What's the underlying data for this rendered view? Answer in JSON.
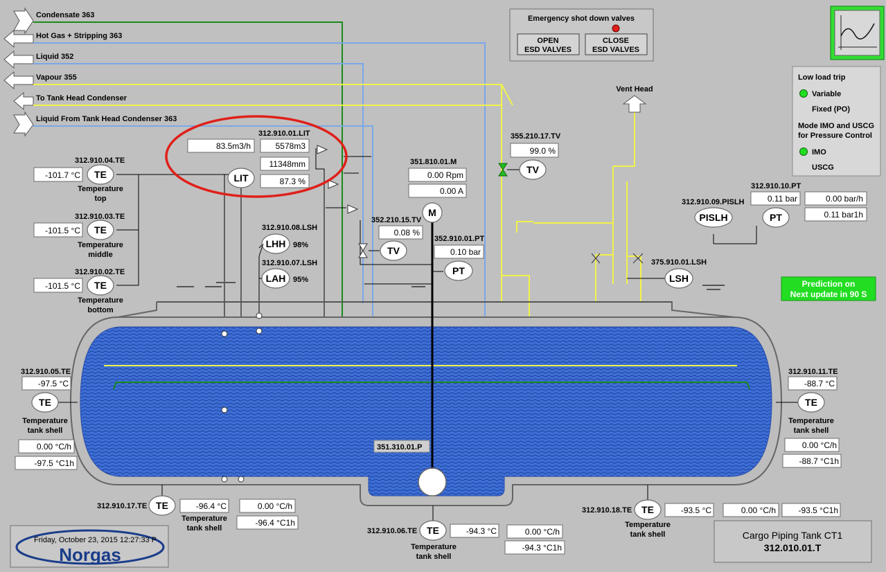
{
  "streams": [
    {
      "label": "Condensate 363"
    },
    {
      "label": "Hot Gas + Stripping 363"
    },
    {
      "label": "Liquid 352"
    },
    {
      "label": "Vapour 355"
    },
    {
      "label": "To Tank Head Condenser"
    },
    {
      "label": "Liquid From Tank Head Condenser 363"
    }
  ],
  "esd": {
    "title": "Emergency shot down valves",
    "open_label": "OPEN\nESD VALVES",
    "open1": "OPEN",
    "open2": "ESD VALVES",
    "close1": "CLOSE",
    "close2": "ESD VALVES"
  },
  "trend_button": {
    "icon": "trend-icon"
  },
  "low_load": {
    "title": "Low load trip",
    "variable": "Variable",
    "fixed": "Fixed (PO)",
    "mode_title1": "Mode IMO and USCG",
    "mode_title2": "for Pressure Control",
    "imo": "IMO",
    "uscg": "USCG"
  },
  "vent_head": "Vent Head",
  "lit": {
    "tag": "312.910.01.LIT",
    "flow": "83.5m3/h",
    "volume": "5578m3",
    "level_mm": "11348mm",
    "level_pct": "87.3  %",
    "bubble": "LIT"
  },
  "te_top": {
    "tag": "312.910.04.TE",
    "value": "-101.7 °C",
    "bubble": "TE",
    "label1": "Temperature",
    "label2": "top"
  },
  "te_middle": {
    "tag": "312.910.03.TE",
    "value": "-101.5 °C",
    "bubble": "TE",
    "label1": "Temperature",
    "label2": "middle"
  },
  "te_bottom": {
    "tag": "312.910.02.TE",
    "value": "-101.5 °C",
    "bubble": "TE",
    "label1": "Temperature",
    "label2": "bottom"
  },
  "lhh": {
    "tag": "312.910.08.LSH",
    "bubble": "LHH",
    "pct": "98%"
  },
  "lah": {
    "tag": "312.910.07.LSH",
    "bubble": "LAH",
    "pct": "95%"
  },
  "motor": {
    "tag": "351.810.01.M",
    "rpm": "0.00    Rpm",
    "amp": "0.00    A",
    "bubble": "M"
  },
  "tv352": {
    "tag": "352.210.15.TV",
    "value": "0.08  %",
    "bubble": "TV"
  },
  "pt352": {
    "tag": "352.910.01.PT",
    "value": "0.10 bar",
    "bubble": "PT"
  },
  "tv355": {
    "tag": "355.210.17.TV",
    "value": "99.0  %",
    "bubble": "TV"
  },
  "pislh": {
    "tag": "312.910.09.PISLH",
    "bubble": "PISLH"
  },
  "pt312": {
    "tag": "312.910.10.PT",
    "value": "0.11 bar",
    "rate": "0.00 bar/h",
    "rate1h": "0.11 bar1h",
    "bubble": "PT"
  },
  "lsh375": {
    "tag": "375.910.01.LSH",
    "bubble": "LSH"
  },
  "prediction": {
    "line1": "Prediction on",
    "line2": "Next update in 90 S"
  },
  "te05": {
    "tag": "312.910.05.TE",
    "value": "-97.5 °C",
    "bubble": "TE",
    "label1": "Temperature",
    "label2": "tank shell",
    "rate": "0.00 °C/h",
    "rate1h": "-97.5 °C1h"
  },
  "te11": {
    "tag": "312.910.11.TE",
    "value": "-88.7 °C",
    "bubble": "TE",
    "label1": "Temperature",
    "label2": "tank shell",
    "rate": "0.00 °C/h",
    "rate1h": "-88.7 °C1h"
  },
  "pump": {
    "tag": "351.310.01.P"
  },
  "te17": {
    "tag": "312.910.17.TE",
    "value": "-96.4 °C",
    "bubble": "TE",
    "label1": "Temperature",
    "label2": "tank shell",
    "rate": "0.00 °C/h",
    "rate1h": "-96.4 °C1h"
  },
  "te06": {
    "tag": "312.910.06.TE",
    "value": "-94.3 °C",
    "bubble": "TE",
    "label1": "Temperature",
    "label2": "tank shell",
    "rate": "0.00 °C/h",
    "rate1h": "-94.3 °C1h"
  },
  "te18": {
    "tag": "312.910.18.TE",
    "value": "-93.5 °C",
    "bubble": "TE",
    "label1": "Temperature",
    "label2": "tank shell",
    "rate": "0.00 °C/h",
    "rate1h": "-93.5 °C1h"
  },
  "footer": {
    "datetime": "Friday, October 23, 2015   12:27:33 P",
    "logo": "Norgas",
    "tank_title": "Cargo Piping Tank CT1",
    "tank_tag": "312.010.01.T"
  },
  "colors": {
    "background": "#c0c0c0",
    "liquid": "#3d6fd6",
    "vapour_line": "#f2f24a",
    "liquid_line": "#7aa7e8",
    "condensate_line": "#1a8a1a",
    "alarm_red": "#e0201a",
    "status_green": "#22dd22"
  }
}
